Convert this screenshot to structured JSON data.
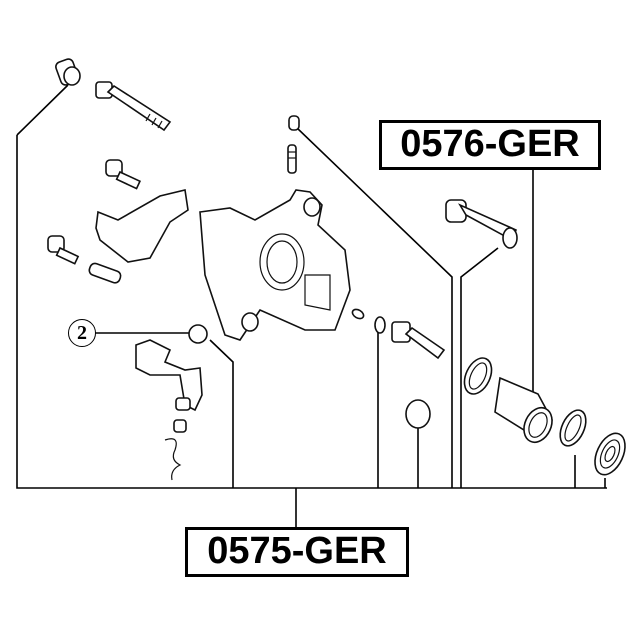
{
  "labels": {
    "kit_upper": "0576-GER",
    "kit_lower": "0575-GER",
    "callout": "2"
  },
  "colors": {
    "line": "#000000",
    "background": "#ffffff"
  }
}
